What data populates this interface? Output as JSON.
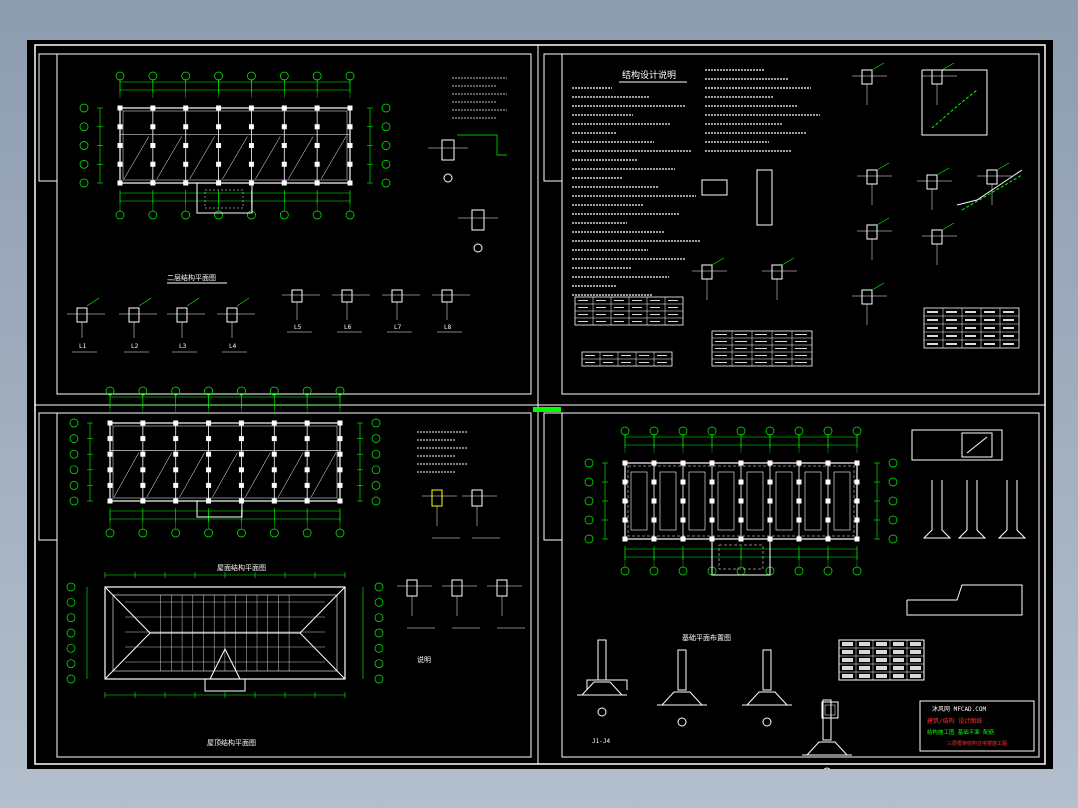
{
  "sheets": {
    "top_left": {
      "plan_title": "二层结构平面图",
      "section_labels": [
        "L1",
        "L2",
        "L3",
        "L4"
      ],
      "bottom_labels": [
        "L5",
        "L6",
        "L7",
        "L8"
      ]
    },
    "top_right": {
      "title": "结构设计说明"
    },
    "bottom_left": {
      "plan_title": "屋面结构平面图",
      "roof_title": "屋顶结构平面图",
      "note_label": "说明"
    },
    "bottom_right": {
      "plan_title": "基础平面布置图",
      "detail_label": "J1-J4"
    }
  },
  "title_block": {
    "line1": "沐风网 MFCAD.COM",
    "line2": "建筑/结构 设计图纸",
    "line3": "结构施工图 基础平面 配筋",
    "line4": "三层框架结构住宅楼施工图"
  },
  "colors": {
    "background": "#000000",
    "frame": "#ffffff",
    "dimension": "#00ff00",
    "axis_bubble": "#00ff00",
    "accent": "#ff3030"
  }
}
